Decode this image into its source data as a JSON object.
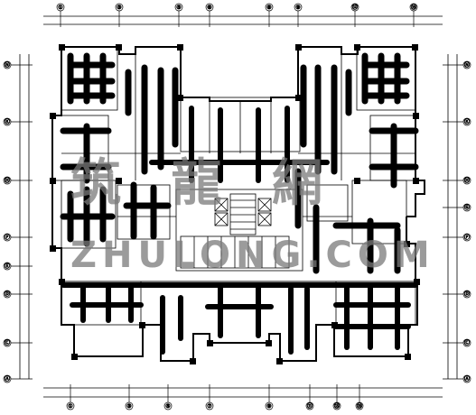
{
  "drawing": {
    "axes_top": [
      "①",
      "③",
      "⑤",
      "⑥",
      "⑧",
      "⑨",
      "⑫",
      "⑮"
    ],
    "axes_bottom": [
      "①",
      "③",
      "⑤",
      "⑦",
      "⑨",
      "⑪",
      "⑬",
      "⑮"
    ],
    "axes_left": [
      "Ⓝ",
      "Ⓚ",
      "Ⓗ",
      "Ⓕ",
      "Ⓔ",
      "Ⓓ",
      "Ⓒ",
      "Ⓐ"
    ],
    "axes_right": [
      "Ⓝ",
      "Ⓚ",
      "Ⓗ",
      "Ⓖ",
      "Ⓕ",
      "Ⓓ",
      "Ⓒ",
      "Ⓐ"
    ],
    "line_color": "#000000",
    "background": "#ffffff"
  },
  "watermark": {
    "cjk": "筑 龍 網",
    "latin": "ZHULONG.COM",
    "color": "#7a7a7a"
  }
}
